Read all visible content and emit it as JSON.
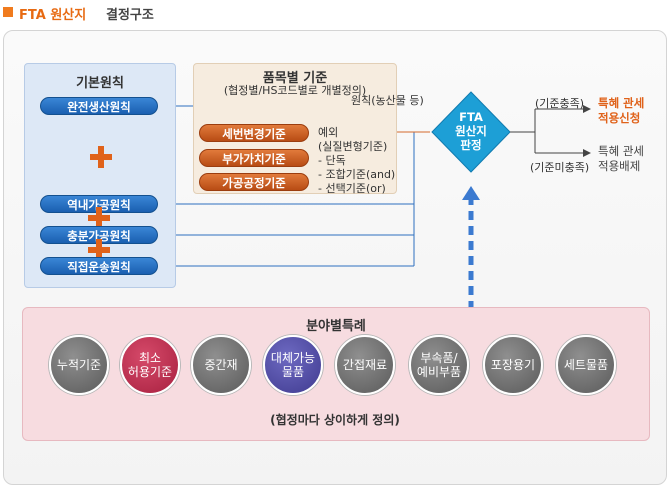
{
  "header": {
    "title_main": "FTA 원산지",
    "title_sub": "결정구조"
  },
  "basic": {
    "title": "기본원칙",
    "items": [
      "완전생산원칙",
      "역내가공원칙",
      "충분가공원칙",
      "직접운송원칙"
    ]
  },
  "item_criteria": {
    "title": "품목별 기준",
    "subtitle": "(협정별/HS코드별로 개별정의)",
    "buttons": [
      "세번변경기준",
      "부가가치기준",
      "가공공정기준"
    ],
    "principle_note": "원칙(농산물 등)",
    "exception_line1": "예외",
    "exception_line2": "(실질변형기준)",
    "alone": "- 단독",
    "combo_and": "- 조합기준(and)",
    "select_or": "- 선택기준(or)"
  },
  "decision": {
    "line1": "FTA",
    "line2": "원산지",
    "line3": "판정",
    "met": "(기준충족)",
    "not_met": "(기준미충족)",
    "apply_line1": "특혜 관세",
    "apply_line2": "적용신청",
    "exclude_line1": "특혜 관세",
    "exclude_line2": "적용배제"
  },
  "sector": {
    "title": "분야별특례",
    "circles": [
      "누적기준",
      "최소\n허용기준",
      "중간재",
      "대체가능\n물품",
      "간접재료",
      "부속품/\n예비부품",
      "포장용기",
      "세트물품"
    ],
    "footer": "(협정마다 상이하게 정의)"
  },
  "colors": {
    "accent_orange": "#e76a12",
    "blue_pill": "#1a5fb0",
    "orange_pill": "#b84c14",
    "diamond": "#1d9fd6",
    "apply_text": "#e0621a",
    "arrow_pink": "#e8a0aa",
    "dashed_blue": "#3b7ad0"
  }
}
